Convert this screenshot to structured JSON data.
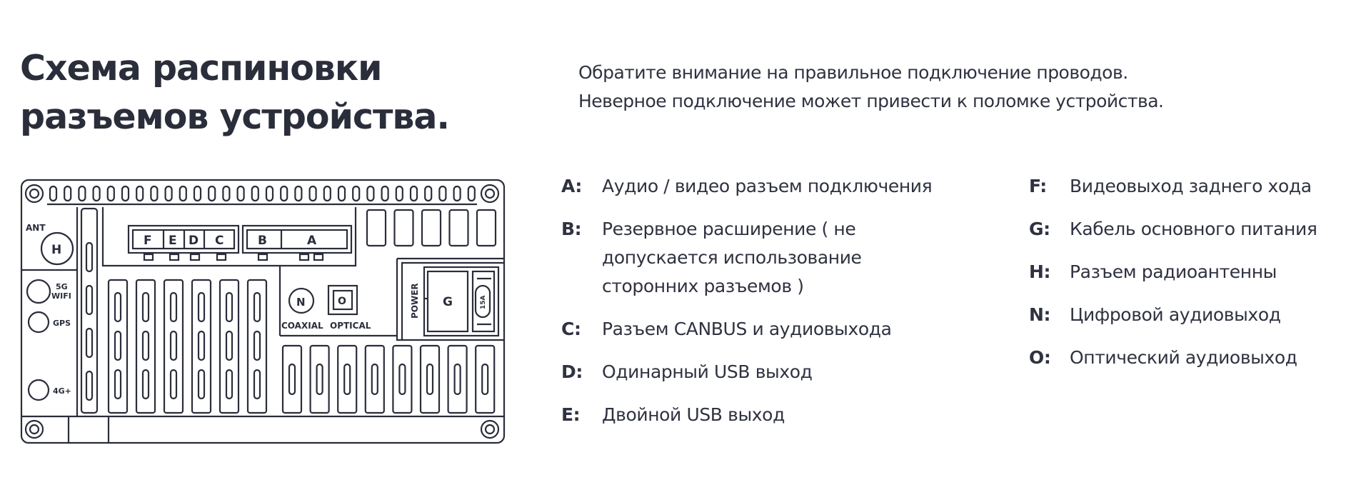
{
  "heading": {
    "line1": "Схема распиновки",
    "line2": "разъемов устройства."
  },
  "notice": {
    "line1": "Обратите внимание на правильное подключение проводов.",
    "line2": "Неверное подключение может привести к поломке устройства."
  },
  "legend_left": [
    {
      "key": "A:",
      "lines": [
        "Аудио / видео разъем подключения"
      ]
    },
    {
      "key": "B:",
      "lines": [
        "Резервное расширение ( не",
        "допускается использование",
        "сторонних разъемов )"
      ]
    },
    {
      "key": "C:",
      "lines": [
        "Разъем CANBUS и аудиовыхода"
      ]
    },
    {
      "key": "D:",
      "lines": [
        "Одинарный USB выход"
      ]
    },
    {
      "key": "E:",
      "lines": [
        "Двойной USB выход"
      ]
    }
  ],
  "legend_right": [
    {
      "key": "F:",
      "lines": [
        "Видеовыход заднего хода"
      ]
    },
    {
      "key": "G:",
      "lines": [
        "Кабель основного питания"
      ]
    },
    {
      "key": "H:",
      "lines": [
        "Разъем радиоантенны"
      ]
    },
    {
      "key": "N:",
      "lines": [
        "Цифровой аудиовыход"
      ]
    },
    {
      "key": "O:",
      "lines": [
        "Оптический аудиовыход"
      ]
    }
  ],
  "diagram": {
    "ant": "ANT",
    "h": "H",
    "wifi_a": "5G",
    "wifi_b": "WIFI",
    "gps": "GPS",
    "lte": "4G+",
    "f": "F",
    "e": "E",
    "d": "D",
    "c": "C",
    "b": "B",
    "a": "A",
    "n": "N",
    "o": "O",
    "coaxial": "COAXIAL",
    "optical": "OPTICAL",
    "power": "POWER",
    "g": "G",
    "fuse": "15A"
  }
}
